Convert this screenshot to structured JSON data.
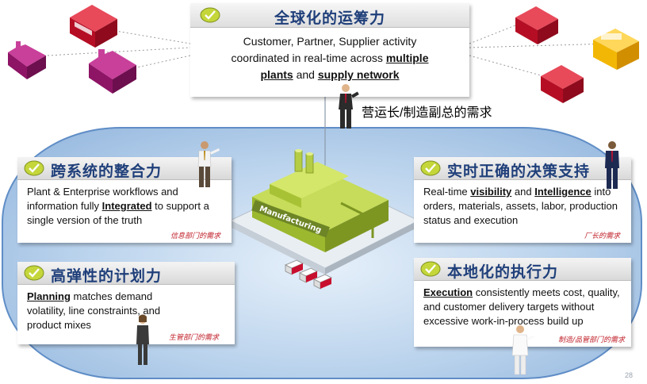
{
  "colors": {
    "title_blue": "#1f3f7a",
    "note_red": "#c0202a",
    "oval_border": "#5f8dc6",
    "plant_red": "#c8102e",
    "plant_magenta": "#a0186e",
    "plant_yellow": "#f2b705",
    "factory_green": "#9bb82f"
  },
  "top": {
    "title": "全球化的运筹力",
    "line1": "Customer, Partner, Supplier activity",
    "line2": "coordinated in real-time across",
    "bold1": "multiple",
    "bold2": "plants",
    "and": "and",
    "bold3": "supply network",
    "note": "营运长/制造副总的需求"
  },
  "top_left": {
    "title": "跨系统的整合力",
    "text1": "Plant & Enterprise workflows and information fully",
    "bold": "Integrated",
    "text2": "to support a single version of the truth",
    "note": "信息部门的需求"
  },
  "bottom_left": {
    "title": "高弹性的计划力",
    "bold": "Planning",
    "text": "matches demand volatility, line constraints, and product mixes",
    "note": "生管部门的需求"
  },
  "top_right": {
    "title": "实时正确的决策支持",
    "text1": "Real-time",
    "bold1": "visibility",
    "and": "and",
    "bold2": "Intelligence",
    "text2": "into orders, materials, assets, labor, production status and execution",
    "note": "厂长的需求"
  },
  "bottom_right": {
    "title": "本地化的执行力",
    "bold": "Execution",
    "text": "consistently meets cost, quality, and customer delivery targets without excessive work-in-process build up",
    "note": "制造/品管部门的需求"
  },
  "factory": {
    "label": "Manufacturing"
  },
  "page": {
    "number": "28"
  },
  "icons": [
    "check-icon",
    "plant-icon",
    "warehouse-icon",
    "factory-icon",
    "truck-icon",
    "person-icon"
  ]
}
